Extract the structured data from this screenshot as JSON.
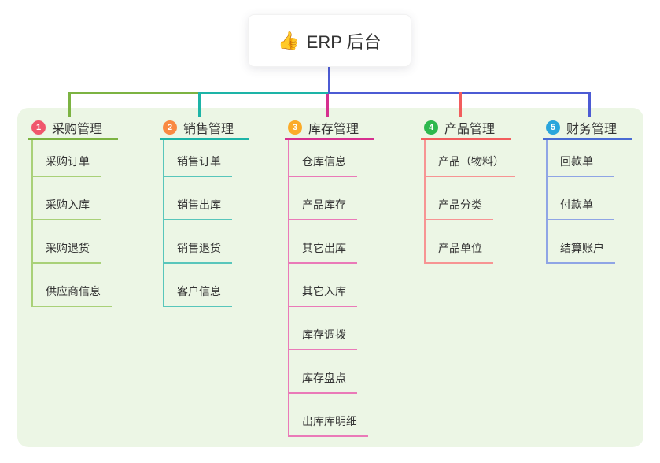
{
  "root": {
    "icon": "👍",
    "title": "ERP 后台"
  },
  "colors": {
    "panel_bg": "#ecf6e5",
    "root_connector": "#4c5bd4",
    "green": "#7cb342",
    "teal": "#1db4a7",
    "magenta": "#d6308f",
    "red": "#f25d5d",
    "blue": "#4a6bd3"
  },
  "branches": [
    {
      "num": "1",
      "title": "采购管理",
      "badge_color": "#f0566c",
      "line_color": "#7cb342",
      "child_line_color": "#a9d178",
      "children": [
        "采购订单",
        "采购入库",
        "采购退货",
        "供应商信息"
      ]
    },
    {
      "num": "2",
      "title": "销售管理",
      "badge_color": "#f98942",
      "line_color": "#1db4a7",
      "child_line_color": "#58c6bb",
      "children": [
        "销售订单",
        "销售出库",
        "销售退货",
        "客户信息"
      ]
    },
    {
      "num": "3",
      "title": "库存管理",
      "badge_color": "#fbab29",
      "line_color": "#d6308f",
      "child_line_color": "#ea7ab8",
      "children": [
        "仓库信息",
        "产品库存",
        "其它出库",
        "其它入库",
        "库存调拨",
        "库存盘点",
        "出库库明细"
      ]
    },
    {
      "num": "4",
      "title": "产品管理",
      "badge_color": "#2eb84e",
      "line_color": "#f25d5d",
      "child_line_color": "#f79493",
      "children": [
        "产品（物料）",
        "产品分类",
        "产品单位"
      ]
    },
    {
      "num": "5",
      "title": "财务管理",
      "badge_color": "#2aa5dc",
      "line_color": "#4a6bd3",
      "child_line_color": "#8fa5e5",
      "children": [
        "回款单",
        "付款单",
        "结算账户"
      ]
    }
  ]
}
